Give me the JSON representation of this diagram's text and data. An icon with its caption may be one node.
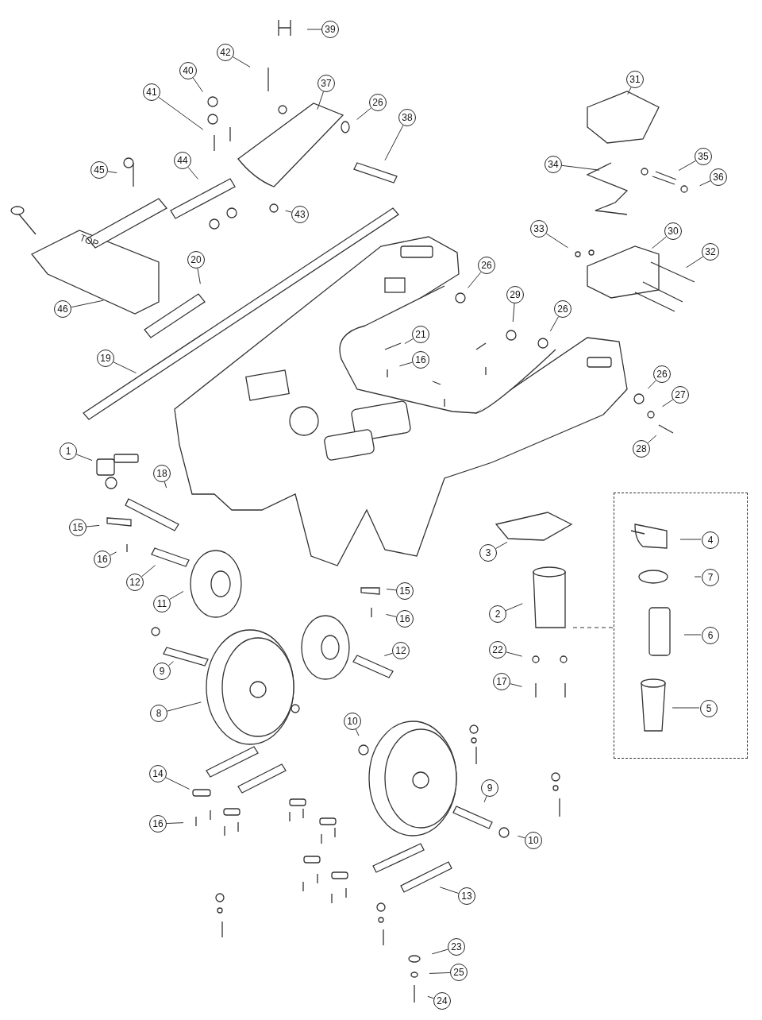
{
  "diagram": {
    "nodes": [
      {
        "text": [
          "39"
        ]
      },
      {
        "text": [
          "42"
        ]
      },
      {
        "text": [
          "40"
        ]
      },
      {
        "text": [
          "37"
        ]
      },
      {
        "text": [
          "41"
        ]
      },
      {
        "text": [
          "26"
        ]
      },
      {
        "text": [
          "38"
        ]
      },
      {
        "text": [
          "45"
        ]
      },
      {
        "text": [
          "44"
        ]
      },
      {
        "text": [
          "43"
        ]
      },
      {
        "text": [
          "46"
        ]
      },
      {
        "text": [
          "20"
        ]
      },
      {
        "text": [
          "19"
        ]
      },
      {
        "text": [
          "31"
        ]
      },
      {
        "text": [
          "34"
        ]
      },
      {
        "text": [
          "35"
        ]
      },
      {
        "text": [
          "36"
        ]
      },
      {
        "text": [
          "33"
        ]
      },
      {
        "text": [
          "30"
        ]
      },
      {
        "text": [
          "32"
        ]
      },
      {
        "text": [
          "26"
        ]
      },
      {
        "text": [
          "29"
        ]
      },
      {
        "text": [
          "26"
        ]
      },
      {
        "text": [
          "21"
        ]
      },
      {
        "text": [
          "16"
        ]
      },
      {
        "text": [
          "26"
        ]
      },
      {
        "text": [
          "27"
        ]
      },
      {
        "text": [
          "28"
        ]
      },
      {
        "text": [
          "1"
        ]
      },
      {
        "text": [
          "18"
        ]
      },
      {
        "text": [
          "15"
        ]
      },
      {
        "text": [
          "16"
        ]
      },
      {
        "text": [
          "12"
        ]
      },
      {
        "text": [
          "11"
        ]
      },
      {
        "text": [
          "3"
        ]
      },
      {
        "text": [
          "2"
        ]
      },
      {
        "text": [],
        "shape": "box"
      },
      {
        "text": [
          "4"
        ],
        "in": 36
      },
      {
        "text": [
          "7"
        ],
        "in": 36
      },
      {
        "text": [
          "6"
        ],
        "in": 36
      },
      {
        "text": [
          "5"
        ],
        "in": 36
      },
      {
        "text": [
          "15"
        ]
      },
      {
        "text": [
          "16"
        ]
      },
      {
        "text": [
          "9"
        ]
      },
      {
        "text": [
          "12"
        ]
      },
      {
        "text": [
          "22"
        ]
      },
      {
        "text": [
          "8"
        ]
      },
      {
        "text": [
          "17"
        ]
      },
      {
        "text": [
          "10"
        ]
      },
      {
        "text": [
          "14"
        ]
      },
      {
        "text": [
          "9"
        ]
      },
      {
        "text": [
          "16"
        ]
      },
      {
        "text": [
          "10"
        ]
      },
      {
        "text": [
          "13"
        ]
      },
      {
        "text": [
          "23"
        ]
      },
      {
        "text": [
          "25"
        ]
      },
      {
        "text": [
          "24"
        ]
      }
    ],
    "edges": [
      {
        "from": 0,
        "to": null,
        "arrow": "none"
      },
      {
        "from": 1,
        "to": null,
        "arrow": "none"
      },
      {
        "from": 2,
        "to": null,
        "arrow": "none"
      },
      {
        "from": 3,
        "to": null,
        "arrow": "none"
      },
      {
        "from": 4,
        "to": null,
        "arrow": "none"
      },
      {
        "from": 5,
        "to": null,
        "arrow": "none"
      },
      {
        "from": 6,
        "to": null,
        "arrow": "none"
      },
      {
        "from": 7,
        "to": null,
        "arrow": "none"
      },
      {
        "from": 8,
        "to": null,
        "arrow": "none"
      },
      {
        "from": 9,
        "to": null,
        "arrow": "none"
      },
      {
        "from": 10,
        "to": null,
        "arrow": "none"
      },
      {
        "from": 11,
        "to": null,
        "arrow": "none"
      },
      {
        "from": 12,
        "to": null,
        "arrow": "none"
      },
      {
        "from": 13,
        "to": null,
        "arrow": "none"
      },
      {
        "from": 14,
        "to": null,
        "arrow": "none"
      },
      {
        "from": 15,
        "to": null,
        "arrow": "none"
      },
      {
        "from": 16,
        "to": null,
        "arrow": "none"
      },
      {
        "from": 17,
        "to": null,
        "arrow": "none"
      },
      {
        "from": 18,
        "to": null,
        "arrow": "none"
      },
      {
        "from": 19,
        "to": null,
        "arrow": "none"
      },
      {
        "from": 20,
        "to": null,
        "arrow": "none"
      },
      {
        "from": 21,
        "to": null,
        "arrow": "none"
      },
      {
        "from": 22,
        "to": null,
        "arrow": "none"
      },
      {
        "from": 23,
        "to": null,
        "arrow": "none"
      },
      {
        "from": 24,
        "to": null,
        "arrow": "none"
      },
      {
        "from": 25,
        "to": null,
        "arrow": "none"
      },
      {
        "from": 26,
        "to": null,
        "arrow": "none"
      },
      {
        "from": 27,
        "to": null,
        "arrow": "none"
      },
      {
        "from": 28,
        "to": null,
        "arrow": "none"
      },
      {
        "from": 29,
        "to": null,
        "arrow": "none"
      },
      {
        "from": 30,
        "to": null,
        "arrow": "none"
      },
      {
        "from": 31,
        "to": null,
        "arrow": "none"
      },
      {
        "from": 32,
        "to": null,
        "arrow": "none"
      },
      {
        "from": 33,
        "to": null,
        "arrow": "none"
      },
      {
        "from": 34,
        "to": null,
        "arrow": "none"
      },
      {
        "from": 35,
        "to": null,
        "arrow": "none"
      },
      {
        "from": 37,
        "to": null,
        "arrow": "none"
      },
      {
        "from": 38,
        "to": null,
        "arrow": "none"
      },
      {
        "from": 39,
        "to": null,
        "arrow": "none"
      },
      {
        "from": 40,
        "to": null,
        "arrow": "none"
      },
      {
        "from": 41,
        "to": null,
        "arrow": "none"
      },
      {
        "from": 42,
        "to": null,
        "arrow": "none"
      },
      {
        "from": 43,
        "to": null,
        "arrow": "none"
      },
      {
        "from": 44,
        "to": null,
        "arrow": "none"
      },
      {
        "from": 45,
        "to": null,
        "arrow": "none"
      },
      {
        "from": 46,
        "to": null,
        "arrow": "none"
      },
      {
        "from": 47,
        "to": null,
        "arrow": "none"
      },
      {
        "from": 48,
        "to": null,
        "arrow": "none"
      },
      {
        "from": 49,
        "to": null,
        "arrow": "none"
      },
      {
        "from": 50,
        "to": null,
        "arrow": "none"
      },
      {
        "from": 51,
        "to": null,
        "arrow": "none"
      },
      {
        "from": 52,
        "to": null,
        "arrow": "none"
      },
      {
        "from": 53,
        "to": null,
        "arrow": "none"
      },
      {
        "from": 54,
        "to": null,
        "arrow": "none"
      },
      {
        "from": 55,
        "to": null,
        "arrow": "none"
      },
      {
        "from": 56,
        "to": null,
        "arrow": "none"
      },
      {
        "from": null,
        "to": 36,
        "arrow": "none",
        "style": "dashed"
      }
    ],
    "labels": [
      "TOP"
    ]
  }
}
